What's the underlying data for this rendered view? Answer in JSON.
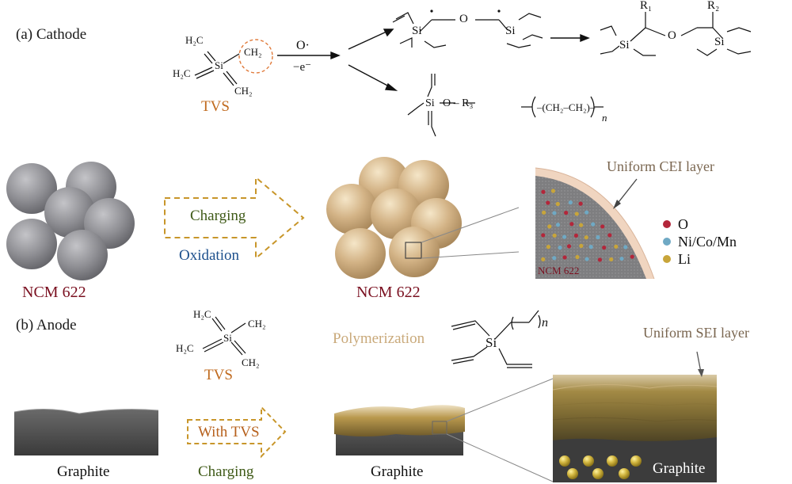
{
  "section_a": "(a) Cathode",
  "section_b": "(b) Anode",
  "tvs_label": "TVS",
  "oxidant_top": "O·",
  "oxidant_bottom": "−e⁻",
  "chem": {
    "h2c": "H₂C",
    "ch2": "CH₂",
    "si": "Si",
    "o": "O",
    "r1": "R₁",
    "r2": "R₂",
    "r3": "O – R₃",
    "pe": "–(CH₂–CH₂)–",
    "n": "n"
  },
  "cathode": {
    "before": "NCM 622",
    "after": "NCM 622",
    "arrow_top": "Charging",
    "arrow_bottom": "Oxidation",
    "layer": "Uniform CEI layer",
    "inset_label": "NCM 622",
    "legend": [
      {
        "label": "O",
        "color": "#b3263a"
      },
      {
        "label": "Ni/Co/Mn",
        "color": "#6fa9c4"
      },
      {
        "label": "Li",
        "color": "#c8a53a"
      }
    ]
  },
  "anode": {
    "polymerization": "Polymerization",
    "layer": "Uniform SEI layer",
    "arrow_top": "With TVS",
    "arrow_bottom": "Charging",
    "before": "Graphite",
    "after": "Graphite",
    "inset_label": "Graphite"
  },
  "colors": {
    "tvs_orange": "#c06a1e",
    "ncm_maroon": "#7a1020",
    "charging_green": "#3f5a17",
    "oxidation_blue": "#1c4f8c",
    "arrow_gold": "#c8962a",
    "sphere_gray": "#8e8e92",
    "sphere_tan": "#cfae7e"
  }
}
